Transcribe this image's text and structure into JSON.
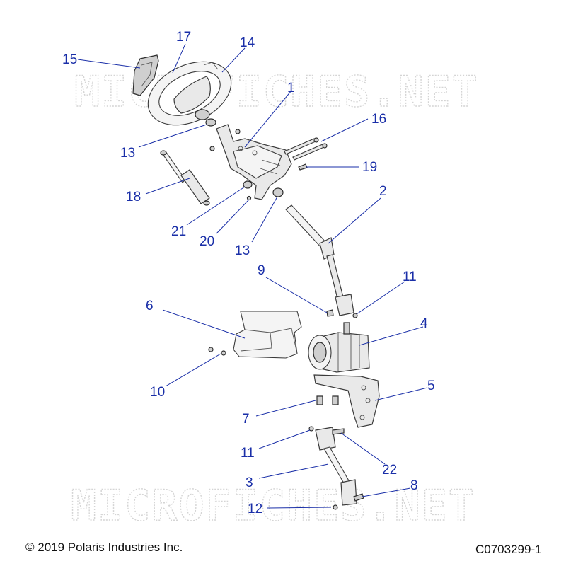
{
  "watermark": "MICROFICHES.NET",
  "copyright": "© 2019 Polaris Industries Inc.",
  "diagram_id": "C0703299-1",
  "callout_color": "#1a2fa8",
  "callouts": {
    "c1": "1",
    "c2": "2",
    "c3": "3",
    "c4": "4",
    "c5": "5",
    "c6": "6",
    "c7": "7",
    "c8": "8",
    "c9": "9",
    "c10": "10",
    "c11a": "11",
    "c11b": "11",
    "c12": "12",
    "c13a": "13",
    "c13b": "13",
    "c14": "14",
    "c15": "15",
    "c16": "16",
    "c17": "17",
    "c18": "18",
    "c19": "19",
    "c20": "20",
    "c21": "21",
    "c22": "22"
  },
  "parts": {
    "steering_wheel": "steering-wheel-icon",
    "steering_column": "steering-column-icon",
    "power_steering_unit": "power-steering-unit-icon",
    "cover": "cover-icon",
    "mount_bracket": "bracket-icon",
    "gas_strut": "gas-strut-icon",
    "upper_shaft": "shaft-icon",
    "lower_shaft": "shaft-icon"
  }
}
